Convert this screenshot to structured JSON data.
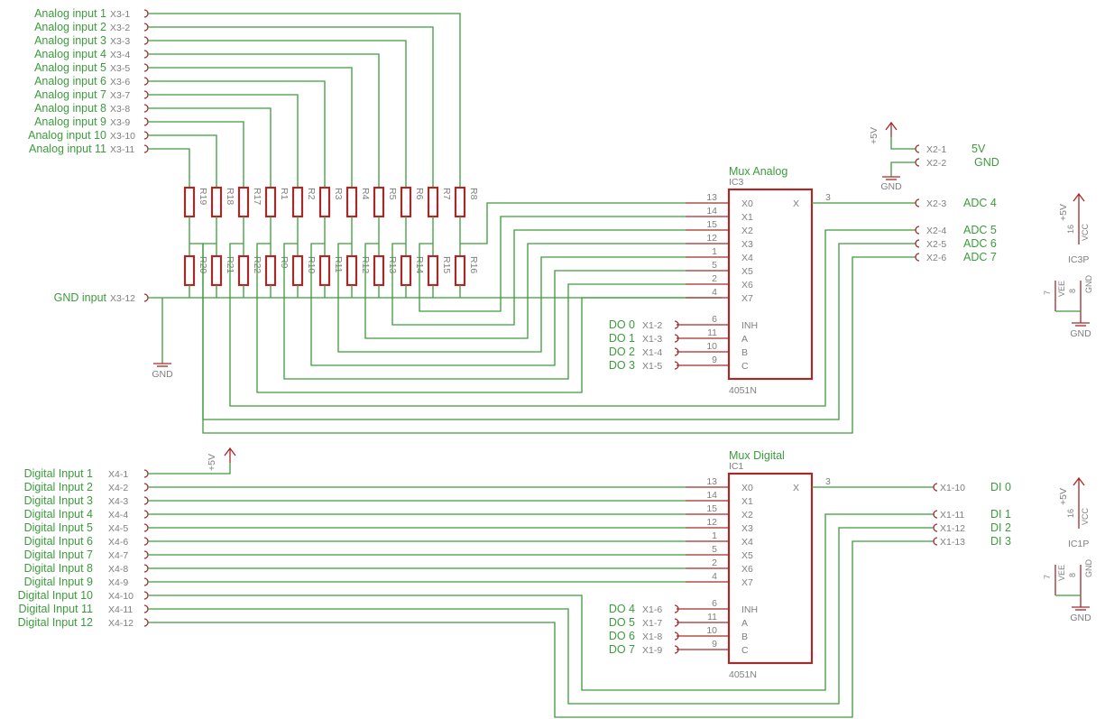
{
  "colors": {
    "wire": "#3c9c3c",
    "part": "#a52a2a",
    "pin_text": "#7f7f7f",
    "background": "#ffffff"
  },
  "analog_inputs": [
    {
      "label": "Analog input 1",
      "pin": "X3-1"
    },
    {
      "label": "Analog input 2",
      "pin": "X3-2"
    },
    {
      "label": "Analog input 3",
      "pin": "X3-3"
    },
    {
      "label": "Analog input 4",
      "pin": "X3-4"
    },
    {
      "label": "Analog input 5",
      "pin": "X3-5"
    },
    {
      "label": "Analog input 6",
      "pin": "X3-6"
    },
    {
      "label": "Analog input 7",
      "pin": "X3-7"
    },
    {
      "label": "Analog input 8",
      "pin": "X3-8"
    },
    {
      "label": "Analog input 9",
      "pin": "X3-9"
    },
    {
      "label": "Analog input 10",
      "pin": "X3-10"
    },
    {
      "label": "Analog input 11",
      "pin": "X3-11"
    }
  ],
  "gnd_input": {
    "label": "GND input",
    "pin": "X3-12"
  },
  "resistors_top": [
    "R19",
    "R18",
    "R17",
    "R1",
    "R2",
    "R3",
    "R4",
    "R5",
    "R6",
    "R7",
    "R8"
  ],
  "resistors_bottom": [
    "R20",
    "R21",
    "R22",
    "R9",
    "R10",
    "R11",
    "R12",
    "R13",
    "R14",
    "R15",
    "R16"
  ],
  "gnd_label": "GND",
  "supply_label": "+5V",
  "mux_analog": {
    "name": "Mux Analog",
    "ref": "IC3",
    "type": "4051N",
    "x_pin_name": "X",
    "x_pin_num": "3",
    "inputs": [
      {
        "name": "X0",
        "num": "13"
      },
      {
        "name": "X1",
        "num": "14"
      },
      {
        "name": "X2",
        "num": "15"
      },
      {
        "name": "X3",
        "num": "12"
      },
      {
        "name": "X4",
        "num": "1"
      },
      {
        "name": "X5",
        "num": "5"
      },
      {
        "name": "X6",
        "num": "2"
      },
      {
        "name": "X7",
        "num": "4"
      }
    ],
    "controls": [
      {
        "name": "INH",
        "num": "6",
        "pin": "X1-2",
        "label": "DO 0"
      },
      {
        "name": "A",
        "num": "11",
        "pin": "X1-3",
        "label": "DO 1"
      },
      {
        "name": "B",
        "num": "10",
        "pin": "X1-4",
        "label": "DO 2"
      },
      {
        "name": "C",
        "num": "9",
        "pin": "X1-5",
        "label": "DO 3"
      }
    ]
  },
  "mux_digital": {
    "name": "Mux Digital",
    "ref": "IC1",
    "type": "4051N",
    "x_pin_name": "X",
    "x_pin_num": "3",
    "inputs": [
      {
        "name": "X0",
        "num": "13"
      },
      {
        "name": "X1",
        "num": "14"
      },
      {
        "name": "X2",
        "num": "15"
      },
      {
        "name": "X3",
        "num": "12"
      },
      {
        "name": "X4",
        "num": "1"
      },
      {
        "name": "X5",
        "num": "5"
      },
      {
        "name": "X6",
        "num": "2"
      },
      {
        "name": "X7",
        "num": "4"
      }
    ],
    "controls": [
      {
        "name": "INH",
        "num": "6",
        "pin": "X1-6",
        "label": "DO 4"
      },
      {
        "name": "A",
        "num": "11",
        "pin": "X1-7",
        "label": "DO 5"
      },
      {
        "name": "B",
        "num": "10",
        "pin": "X1-8",
        "label": "DO 6"
      },
      {
        "name": "C",
        "num": "9",
        "pin": "X1-9",
        "label": "DO 7"
      }
    ]
  },
  "power_connector": [
    {
      "pin": "X2-1",
      "label": "5V"
    },
    {
      "pin": "X2-2",
      "label": "GND"
    }
  ],
  "adc_outputs": [
    {
      "pin": "X2-3",
      "label": "ADC 4"
    },
    {
      "pin": "X2-4",
      "label": "ADC 5"
    },
    {
      "pin": "X2-5",
      "label": "ADC 6"
    },
    {
      "pin": "X2-6",
      "label": "ADC 7"
    }
  ],
  "di_outputs": [
    {
      "pin": "X1-10",
      "label": "DI 0"
    },
    {
      "pin": "X1-11",
      "label": "DI 1"
    },
    {
      "pin": "X1-12",
      "label": "DI 2"
    },
    {
      "pin": "X1-13",
      "label": "DI 3"
    }
  ],
  "digital_inputs": [
    {
      "label": "Digital Input 1",
      "pin": "X4-1"
    },
    {
      "label": "Digital Input 2",
      "pin": "X4-2"
    },
    {
      "label": "Digital Input 3",
      "pin": "X4-3"
    },
    {
      "label": "Digital Input 4",
      "pin": "X4-4"
    },
    {
      "label": "Digital Input 5",
      "pin": "X4-5"
    },
    {
      "label": "Digital Input 6",
      "pin": "X4-6"
    },
    {
      "label": "Digital Input 7",
      "pin": "X4-7"
    },
    {
      "label": "Digital Input 8",
      "pin": "X4-8"
    },
    {
      "label": "Digital Input 9",
      "pin": "X4-9"
    },
    {
      "label": "Digital Input 10",
      "pin": "X4-10"
    },
    {
      "label": "Digital Input 11",
      "pin": "X4-11"
    },
    {
      "label": "Digital Input 12",
      "pin": "X4-12"
    }
  ],
  "power_blocks": [
    {
      "ref": "IC3P",
      "vcc_num": "16",
      "vcc_name": "VCC",
      "vee_num": "7",
      "vee_name": "VEE",
      "gnd_num": "8",
      "gnd_name": "GND",
      "supply": "+5V",
      "gnd": "GND"
    },
    {
      "ref": "IC1P",
      "vcc_num": "16",
      "vcc_name": "VCC",
      "vee_num": "7",
      "vee_name": "VEE",
      "gnd_num": "8",
      "gnd_name": "GND",
      "supply": "+5V",
      "gnd": "GND"
    }
  ]
}
